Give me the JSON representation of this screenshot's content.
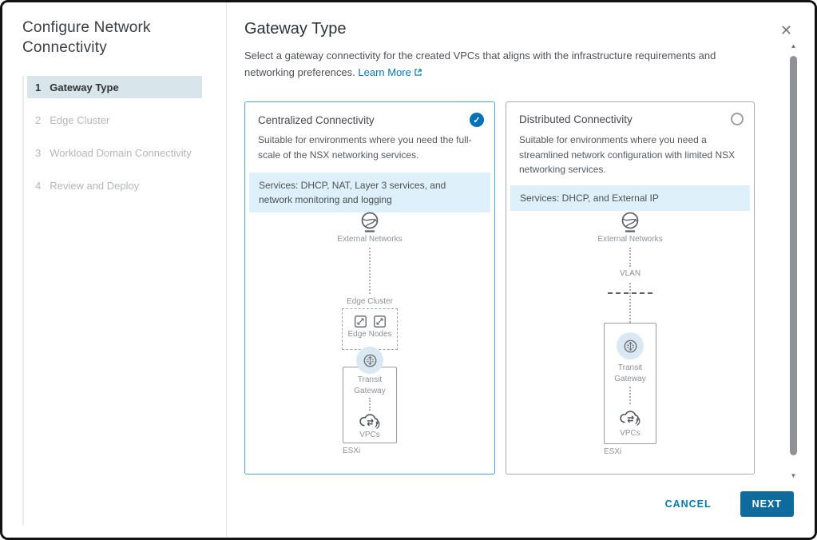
{
  "sidebar": {
    "title": "Configure Network Connectivity",
    "steps": [
      {
        "number": "1",
        "label": "Gateway Type",
        "active": true
      },
      {
        "number": "2",
        "label": "Edge Cluster",
        "active": false
      },
      {
        "number": "3",
        "label": "Workload Domain Connectivity",
        "active": false
      },
      {
        "number": "4",
        "label": "Review and Deploy",
        "active": false
      }
    ]
  },
  "main": {
    "title": "Gateway Type",
    "description": "Select a gateway connectivity for the created VPCs that aligns with the infrastructure requirements and networking preferences.",
    "learn_more_label": "Learn More",
    "cards": [
      {
        "title": "Centralized Connectivity",
        "selected": true,
        "description": "Suitable for environments where you need the full-scale of the NSX networking services.",
        "services": "Services: DHCP, NAT, Layer 3 services, and network monitoring and logging",
        "diagram": {
          "external_networks": "External Networks",
          "edge_cluster": "Edge Cluster",
          "edge_nodes": "Edge Nodes",
          "transit_gateway": "Transit Gateway",
          "vpcs": "VPCs",
          "esxi": "ESXi"
        }
      },
      {
        "title": "Distributed Connectivity",
        "selected": false,
        "description": "Suitable for environments where you need a streamlined network configuration with limited NSX networking services.",
        "services": "Services: DHCP, and External IP",
        "diagram": {
          "external_networks": "External Networks",
          "vlan": "VLAN",
          "transit_gateway": "Transit Gateway",
          "vpcs": "VPCs",
          "esxi": "ESXi"
        }
      }
    ],
    "footer": {
      "cancel": "CANCEL",
      "next": "NEXT"
    }
  },
  "icons": {
    "close": "✕",
    "check": "✓",
    "scroll_up": "▲",
    "scroll_down": "▼"
  },
  "colors": {
    "accent_blue": "#0079b8",
    "selected_card_border": "#51a3d6",
    "next_button_bg": "#0f6a9d",
    "services_bg": "#def0f9",
    "active_step_bg": "#d8e5eb",
    "radio_selected": "#0372b9"
  }
}
